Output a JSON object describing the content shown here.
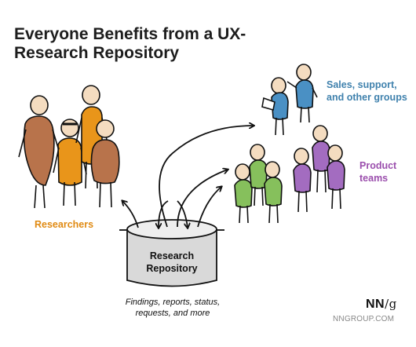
{
  "title": "Everyone Benefits from a UX-Research Repository",
  "groups": {
    "researchers": "Researchers",
    "sales": "Sales, support, and other groups",
    "product": "Product teams"
  },
  "repository": {
    "label": "Research Repository",
    "contents": "Findings, reports, status, requests, and more"
  },
  "logo": {
    "nn": "NN",
    "slash": "/",
    "g": "g",
    "url": "NNGROUP.COM"
  },
  "colors": {
    "researcher_orange": "#e9951a",
    "researcher_brown": "#b8734b",
    "sales_blue": "#4a90c4",
    "product_green": "#86c05c",
    "product_purple": "#a36cc0",
    "pot_gray": "#d9d9d9",
    "skin": "#f4dcc0"
  }
}
